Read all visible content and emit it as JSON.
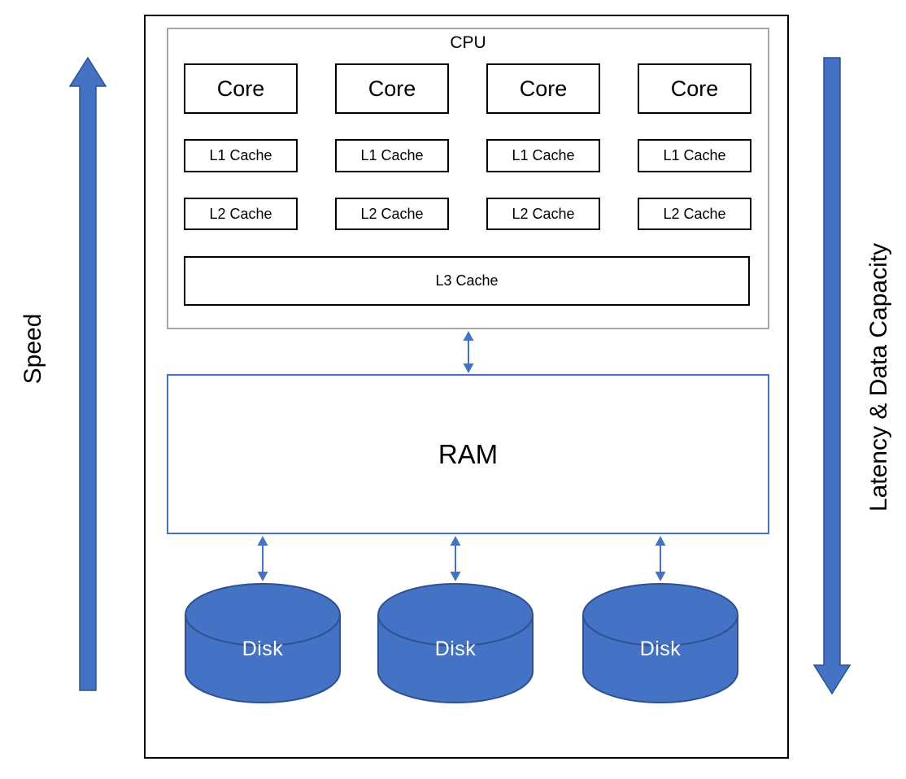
{
  "colors": {
    "accent_blue": "#4472C4",
    "accent_blue_dark": "#2F528F",
    "cpu_border_gray": "#A6A6A6",
    "box_border_black": "#000000",
    "disk_text_white": "#FFFFFF"
  },
  "side_labels": {
    "left": "Speed",
    "right": "Latency & Data Capacity"
  },
  "cpu": {
    "title": "CPU",
    "columns": [
      {
        "core": "Core",
        "l1": "L1 Cache",
        "l2": "L2 Cache"
      },
      {
        "core": "Core",
        "l1": "L1 Cache",
        "l2": "L2 Cache"
      },
      {
        "core": "Core",
        "l1": "L1 Cache",
        "l2": "L2 Cache"
      },
      {
        "core": "Core",
        "l1": "L1 Cache",
        "l2": "L2 Cache"
      }
    ],
    "l3_label": "L3 Cache"
  },
  "ram": {
    "label": "RAM"
  },
  "disks": [
    {
      "label": "Disk"
    },
    {
      "label": "Disk"
    },
    {
      "label": "Disk"
    }
  ]
}
